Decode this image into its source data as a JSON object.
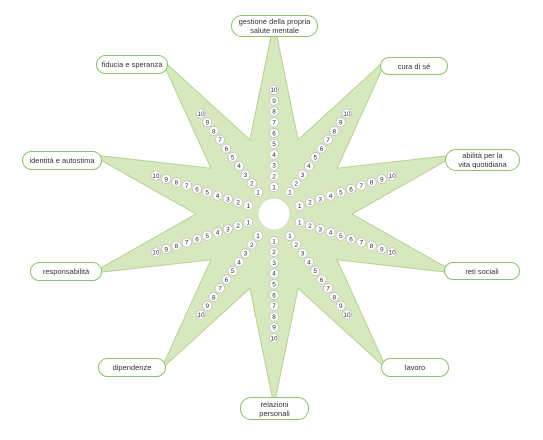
{
  "colors": {
    "star_fill": "#d7e8bf",
    "star_stroke": "#b5d193",
    "pill_border": "#8cc36a",
    "dot_fill": "#ffffff",
    "dot_stroke": "#b9b9b9",
    "text": "#333333"
  },
  "scale": {
    "ticks": [
      "1",
      "2",
      "3",
      "4",
      "5",
      "6",
      "7",
      "8",
      "9",
      "10"
    ]
  },
  "areas": [
    {
      "id": "mental-health",
      "lines": [
        "gestione della propria",
        "salute mentale"
      ]
    },
    {
      "id": "self-care",
      "lines": [
        "cura di sé"
      ]
    },
    {
      "id": "daily-living",
      "lines": [
        "abilità per la",
        "vita quotidiana"
      ]
    },
    {
      "id": "social-networks",
      "lines": [
        "reti sociali"
      ]
    },
    {
      "id": "work",
      "lines": [
        "lavoro"
      ]
    },
    {
      "id": "relationships",
      "lines": [
        "relazioni",
        "personali"
      ]
    },
    {
      "id": "addictions",
      "lines": [
        "dipendenze"
      ]
    },
    {
      "id": "responsibility",
      "lines": [
        "responsabilità"
      ]
    },
    {
      "id": "identity",
      "lines": [
        "identità e autostima"
      ]
    },
    {
      "id": "trust-hope",
      "lines": [
        "fiducia e speranza"
      ]
    }
  ]
}
